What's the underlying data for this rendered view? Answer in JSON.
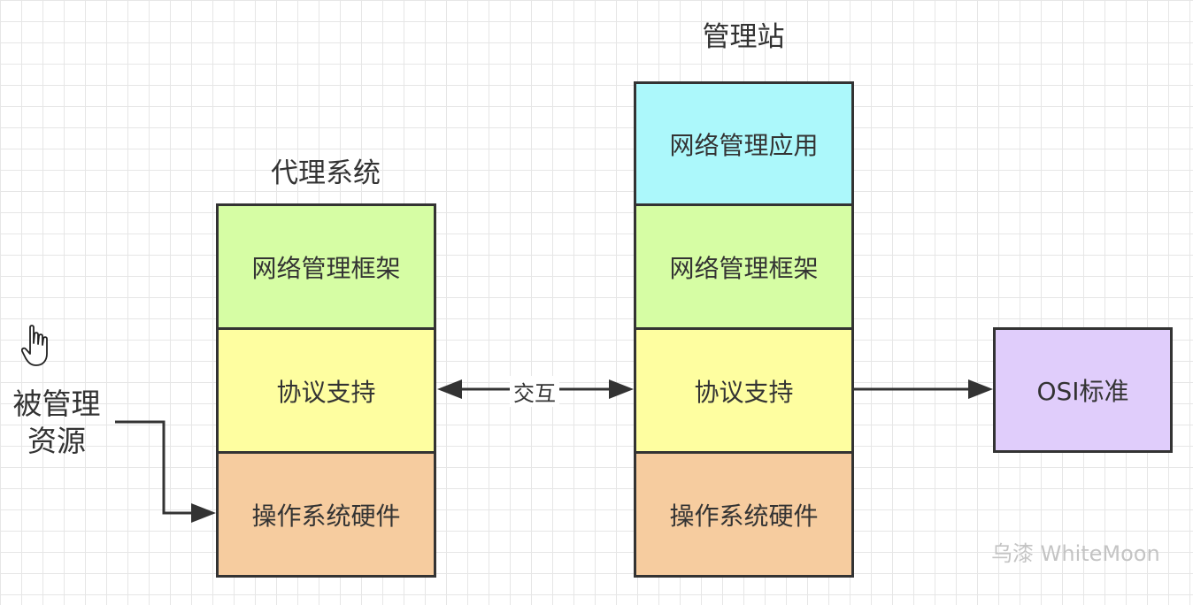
{
  "diagram": {
    "agent": {
      "title": "代理系统",
      "layers": {
        "framework": "网络管理框架",
        "protocol": "协议支持",
        "os": "操作系统硬件"
      }
    },
    "manager": {
      "title": "管理站",
      "layers": {
        "application": "网络管理应用",
        "framework": "网络管理框架",
        "protocol": "协议支持",
        "os": "操作系统硬件"
      }
    },
    "managed_resource": {
      "line1": "被管理",
      "line2": "资源"
    },
    "interaction_label": "交互",
    "standard": "OSI标准",
    "watermark": "乌漆 WhiteMoon",
    "colors": {
      "application": "#acf8fb",
      "framework": "#d6fda4",
      "protocol": "#fefea0",
      "os": "#f6cc9f",
      "standard": "#e0cdfb",
      "stroke": "#333333"
    },
    "icons": {
      "cursor": "hand-pointer-icon"
    }
  }
}
